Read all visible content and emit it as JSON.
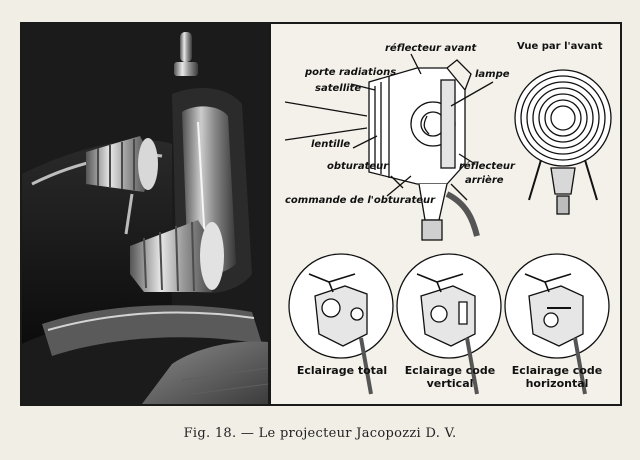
{
  "diagram": {
    "labels": {
      "porte_radiations": "porte radiations",
      "satellite": "satellite",
      "lentille": "lentille",
      "obturateur": "obturateur",
      "commande": "commande de l'obturateur",
      "reflecteur_avant": "réflecteur avant",
      "lampe": "lampe",
      "reflecteur_arriere_1": "réflecteur",
      "reflecteur_arriere_2": "arrière",
      "vue_avant": "Vue par l'avant"
    },
    "modes": [
      {
        "line1": "Eclairage total",
        "line2": ""
      },
      {
        "line1": "Eclairage code",
        "line2": "vertical"
      },
      {
        "line1": "Eclairage code",
        "line2": "horizontal"
      }
    ]
  },
  "caption": "Fig. 18. — Le projecteur Jacopozzi D. V."
}
